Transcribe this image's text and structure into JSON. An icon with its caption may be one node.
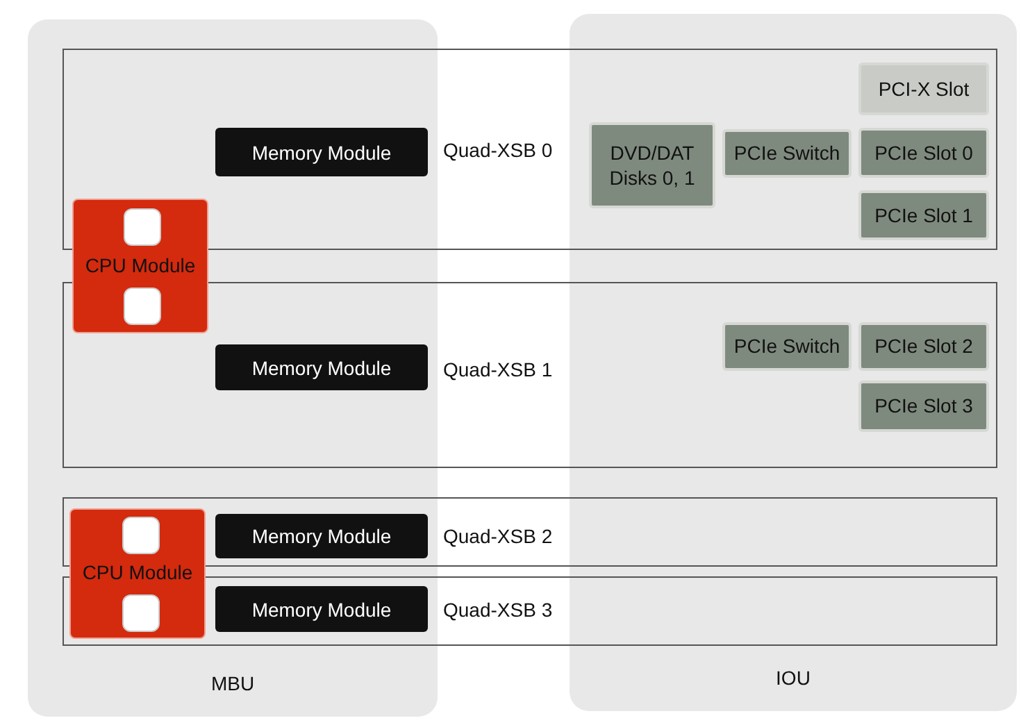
{
  "diagram": {
    "nodes": [
      {
        "text": [
          "MBU"
        ]
      },
      {
        "text": [
          "IOU"
        ]
      },
      {
        "text": [
          "Quad-XSB 0"
        ]
      },
      {
        "text": [
          "Memory Module"
        ]
      },
      {
        "text": [
          "CPU Module"
        ],
        "in": 0
      },
      {
        "text": [],
        "shape": "box"
      },
      {
        "text": [],
        "shape": "box"
      },
      {
        "text": [
          "DVD/DAT Disks 0, 1"
        ]
      },
      {
        "text": [
          "PCIe Switch"
        ]
      },
      {
        "text": [
          "PCI-X Slot"
        ]
      },
      {
        "text": [
          "PCIe Slot 0"
        ]
      },
      {
        "text": [
          "PCIe Slot 1"
        ]
      },
      {
        "text": [
          "Quad-XSB 1"
        ]
      },
      {
        "text": [
          "Memory Module"
        ]
      },
      {
        "text": [
          "PCIe Switch"
        ]
      },
      {
        "text": [
          "PCIe Slot 2"
        ]
      },
      {
        "text": [
          "PCIe Slot 3"
        ]
      },
      {
        "text": [
          "Quad-XSB 2"
        ]
      },
      {
        "text": [
          "CPU Module"
        ],
        "in": 0
      },
      {
        "text": [],
        "shape": "box"
      },
      {
        "text": [],
        "shape": "box"
      },
      {
        "text": [
          "Memory Module"
        ]
      },
      {
        "text": [
          "Quad-XSB 3"
        ]
      },
      {
        "text": [
          "Memory Module"
        ]
      }
    ]
  }
}
